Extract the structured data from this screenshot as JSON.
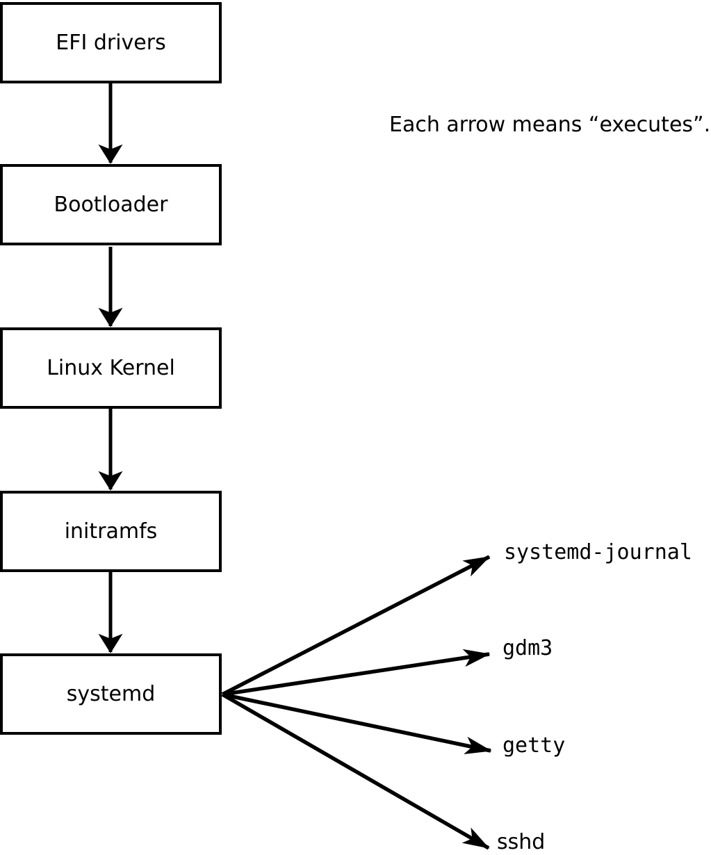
{
  "diagram": {
    "note": "Each arrow means “executes”.",
    "nodes": [
      {
        "label": "EFI drivers"
      },
      {
        "label": "Bootloader"
      },
      {
        "label": "Linux Kernel"
      },
      {
        "label": "initramfs"
      },
      {
        "label": "systemd"
      }
    ],
    "targets": [
      {
        "label": "systemd-journal"
      },
      {
        "label": "gdm3"
      },
      {
        "label": "getty"
      },
      {
        "label": "sshd"
      }
    ],
    "edges": [
      {
        "from": "EFI drivers",
        "to": "Bootloader",
        "meaning": "executes"
      },
      {
        "from": "Bootloader",
        "to": "Linux Kernel",
        "meaning": "executes"
      },
      {
        "from": "Linux Kernel",
        "to": "initramfs",
        "meaning": "executes"
      },
      {
        "from": "initramfs",
        "to": "systemd",
        "meaning": "executes"
      },
      {
        "from": "systemd",
        "to": "systemd-journal",
        "meaning": "executes"
      },
      {
        "from": "systemd",
        "to": "gdm3",
        "meaning": "executes"
      },
      {
        "from": "systemd",
        "to": "getty",
        "meaning": "executes"
      },
      {
        "from": "systemd",
        "to": "sshd",
        "meaning": "executes"
      }
    ],
    "colors": {
      "stroke": "#000000",
      "node_fill": "#ffffff",
      "text": "#000000",
      "background": "#ffffff"
    }
  }
}
